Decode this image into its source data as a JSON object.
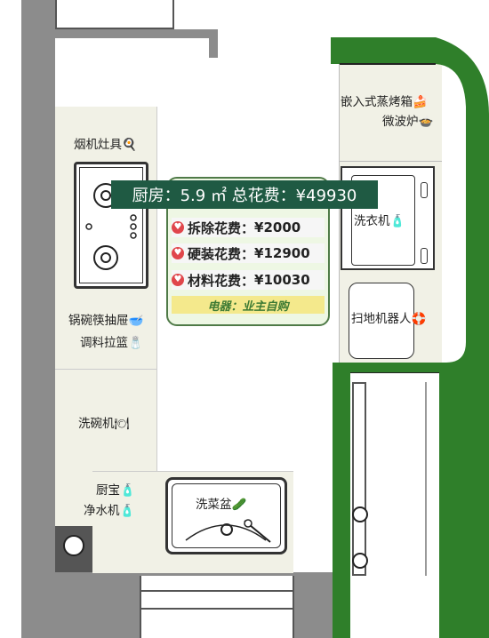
{
  "panel": {
    "title": "厨房：5.9 ㎡ 总花费：¥49930",
    "rows": [
      {
        "label": "拆除花费：",
        "value": "¥2000"
      },
      {
        "label": "硬装花费：",
        "value": "¥12900"
      },
      {
        "label": "材料花费：",
        "value": "¥10030"
      }
    ],
    "appliances_note": "电器：业主自购"
  },
  "labels": {
    "steam_oven": "嵌入式蒸烤箱",
    "microwave": "微波炉",
    "stove": "烟机灶具",
    "washer": "洗衣机",
    "bowl_drawer": "锅碗筷抽屉",
    "seasoning_basket": "调料拉篮",
    "robot_vacuum": "扫地机器人",
    "dishwasher": "洗碗机",
    "disposer": "厨宝",
    "water_purifier": "净水机",
    "sink": "洗菜盆"
  },
  "colors": {
    "wall": "#8c8c8c",
    "green_wall": "#2f7f2a",
    "title_bg": "#1f5a43",
    "counter": "#f1f1e6",
    "panel_bg": "#eef7e4",
    "heart": "#e0464b",
    "note_bg": "#f4e98c"
  }
}
